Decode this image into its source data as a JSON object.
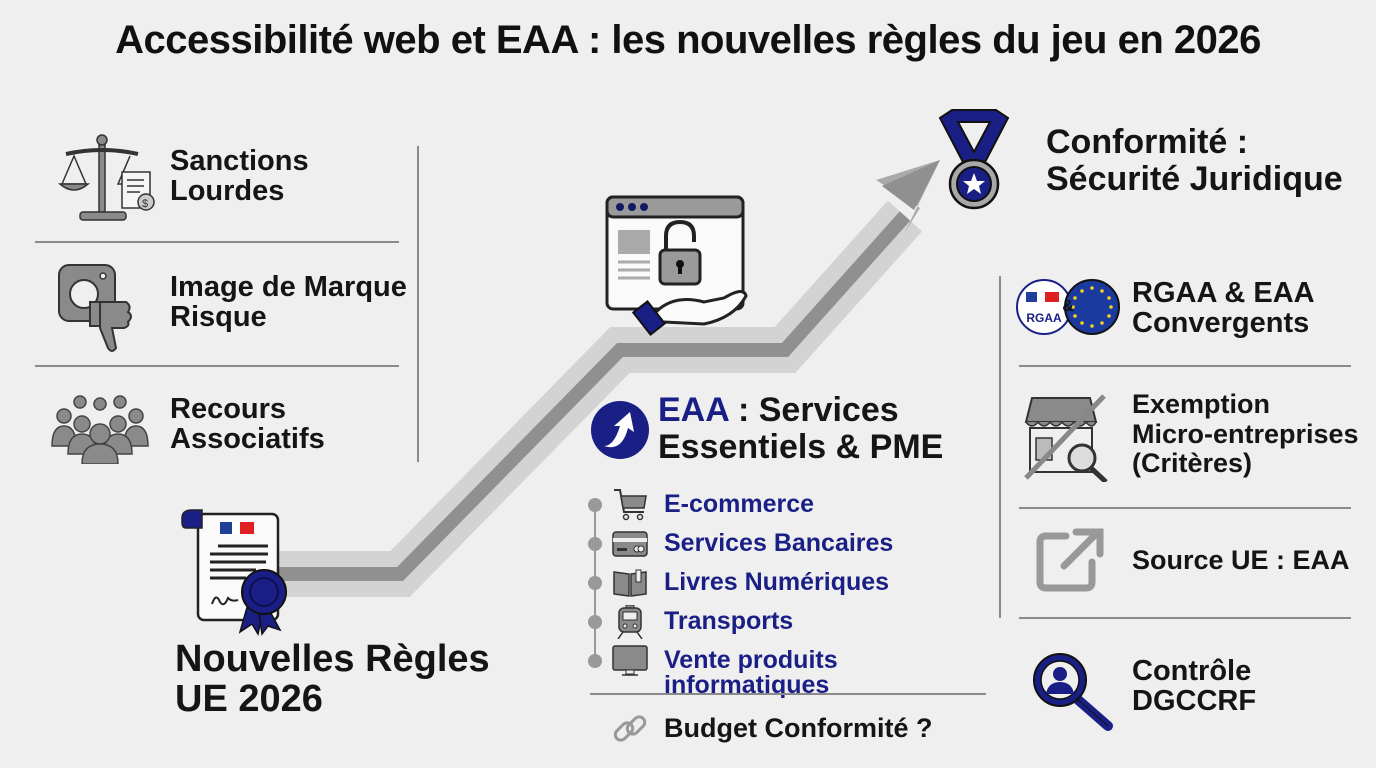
{
  "title": "Accessibilité web et EAA : les nouvelles règles du jeu en 2026",
  "colors": {
    "background": "#efefef",
    "accent_blue": "#1a1f86",
    "arrow_dark": "#8f8f8f",
    "arrow_light": "#d3d3d3",
    "text": "#151515",
    "divider": "#8a8a8a"
  },
  "risks": [
    {
      "icon": "scales-justice-icon",
      "line1": "Sanctions",
      "line2": "Lourdes"
    },
    {
      "icon": "brand-thumbs-down-icon",
      "line1": "Image de Marque",
      "line2": "Risque"
    },
    {
      "icon": "group-people-icon",
      "line1": "Recours",
      "line2": "Associatifs"
    }
  ],
  "start": {
    "icon": "official-decree-ribbon-icon",
    "line1": "Nouvelles Règles",
    "line2": "UE 2026"
  },
  "middle": {
    "icon_top": "browser-unlock-hand-icon",
    "heading_icon": "blue-circle-arrow-icon",
    "heading_accent": "EAA",
    "heading_rest1": " : Services",
    "heading_line2": "Essentiels & PME",
    "services": [
      {
        "icon": "shopping-cart-icon",
        "label": "E-commerce"
      },
      {
        "icon": "credit-card-icon",
        "label": "Services Bancaires"
      },
      {
        "icon": "open-book-icon",
        "label": "Livres Numériques"
      },
      {
        "icon": "train-icon",
        "label": "Transports"
      },
      {
        "icon": "computer-monitor-icon",
        "label": "Vente produits informatiques"
      }
    ],
    "footer_icon": "link-icon",
    "footer": "Budget Conformité ?"
  },
  "goal": {
    "icon": "medal-star-icon",
    "line1": "Conformité :",
    "line2": "Sécurité Juridique"
  },
  "right": [
    {
      "icon": "rgaa-eu-badge-icon",
      "badge_text": "RGAA",
      "line1": "RGAA & EAA",
      "line2": "Convergents"
    },
    {
      "icon": "shop-crossed-magnifier-icon",
      "line1": "Exemption",
      "line2": "Micro-entreprises",
      "line3": "(Critères)"
    },
    {
      "icon": "external-link-icon",
      "line1": "Source UE : EAA"
    },
    {
      "icon": "inspector-magnifier-icon",
      "line1": "Contrôle",
      "line2": "DGCCRF"
    }
  ]
}
